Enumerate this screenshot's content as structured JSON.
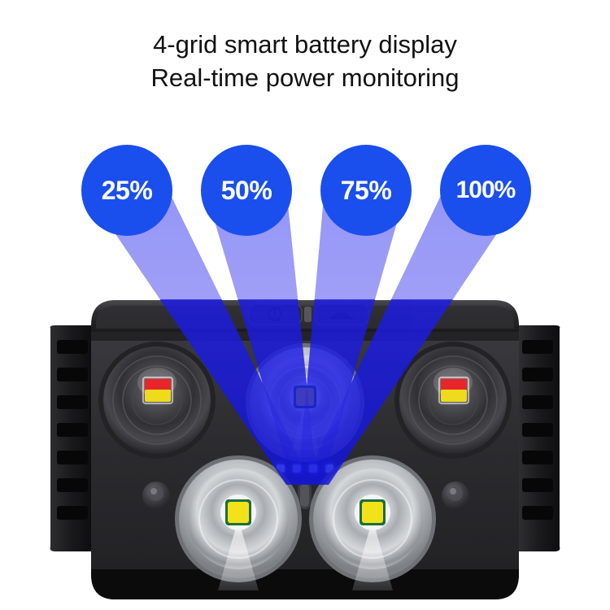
{
  "headline": {
    "line1": "4-grid smart battery display",
    "line2": "Real-time power monitoring"
  },
  "colors": {
    "background": "#ffffff",
    "bubble_blue": "#1a4fee",
    "bubble_text": "#ffffff",
    "beam_light": "#9a9af7",
    "beam_dark": "#1414e6",
    "headline_text": "#111111",
    "body_black": "#1c1c1e",
    "reflector_silver": "#d8dadd",
    "led_yellow": "#f2e21a",
    "led_red": "#e8252a",
    "led_indicator_blue": "#2a74ff"
  },
  "callouts": [
    {
      "id": "bubble-25",
      "label": "25%",
      "level": 25
    },
    {
      "id": "bubble-50",
      "label": "50%",
      "level": 50
    },
    {
      "id": "bubble-75",
      "label": "75%",
      "level": 75
    },
    {
      "id": "bubble-100",
      "label": "100%",
      "level": 100
    }
  ],
  "product": {
    "name": "headlamp",
    "top_buttons": [
      {
        "name": "power-button",
        "icon": "power-icon"
      },
      {
        "name": "mode-button",
        "icon": "beam-icon"
      }
    ],
    "battery_indicator": {
      "name": "battery-led-row",
      "segments": 4,
      "lit": 4
    },
    "leds": [
      {
        "name": "led-upper-left",
        "type": "spot-reflector",
        "chip": "red-yellow"
      },
      {
        "name": "led-upper-right",
        "type": "spot-reflector",
        "chip": "red-yellow"
      },
      {
        "name": "led-center",
        "type": "silver-reflector",
        "chip": "yellow"
      },
      {
        "name": "led-lower-left",
        "type": "silver-reflector",
        "chip": "yellow"
      },
      {
        "name": "led-lower-right",
        "type": "silver-reflector",
        "chip": "yellow"
      }
    ],
    "sensors": [
      {
        "name": "sensor-left"
      },
      {
        "name": "sensor-right"
      },
      {
        "name": "indicator-pill-center"
      }
    ],
    "vents": {
      "name": "side-vent-fins",
      "slots_per_side": 7
    }
  }
}
